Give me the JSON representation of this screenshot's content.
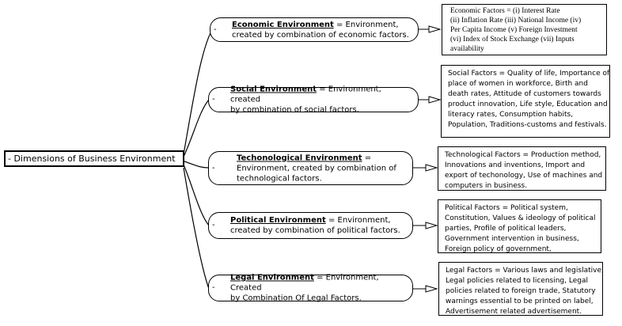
{
  "root": {
    "label": "- Dimensions of Business Environment"
  },
  "branches": [
    {
      "title": "Economic Environment",
      "rest1": " = Environment,",
      "rest2": "created by combination of economic factors.",
      "factors": [
        "Economic Factors = (i)     Interest Rate",
        "(ii)    Inflation Rate (iii)   National Income (iv)",
        "Per Capita Income (v)    Foreign Investment",
        "(vi)   Index of Stock Exchange  (vii)  Inputs",
        "availability"
      ]
    },
    {
      "title": "Social Environment",
      "rest1": " = Environment, created",
      "rest2": "by combination of social factors.",
      "factors": [
        "Social Factors = Quality of life, Importance of",
        "place of women in workforce, Birth and",
        "death rates, Attitude of customers towards",
        "product innovation, Life style, Education and",
        "literacy rates, Consumption habits,",
        "Population, Traditions-customs and festivals."
      ]
    },
    {
      "title": "Techonological Environment",
      "rest1": " =",
      "rest2": "Environment, created by combination of",
      "rest3": "technological factors.",
      "factors": [
        "Technological Factors = Production method,",
        "Innovations and inventions, Import and",
        "export of techonology, Use of machines and",
        "computers in business."
      ]
    },
    {
      "title": "Political Environment",
      "rest1": " = Environment,",
      "rest2": "created by combination of political factors.",
      "factors": [
        "Political Factors = Political system,",
        "Constitution, Values & ideology of political",
        "parties, Profile of political leaders,",
        "Government intervention in business,",
        "Foreign policy of government,"
      ]
    },
    {
      "title": "Legal Environment",
      "rest1": " = Environment, Created",
      "rest2": "by Combination Of Legal Factors.",
      "factors": [
        "Legal Factors = Various laws and legislative,",
        "Legal policies related to licensing, Legal",
        "policies related to foreign trade, Statutory",
        "warnings essential to be printed on label,",
        "Advertisement related advertisement."
      ]
    }
  ],
  "branch_marker": "-"
}
